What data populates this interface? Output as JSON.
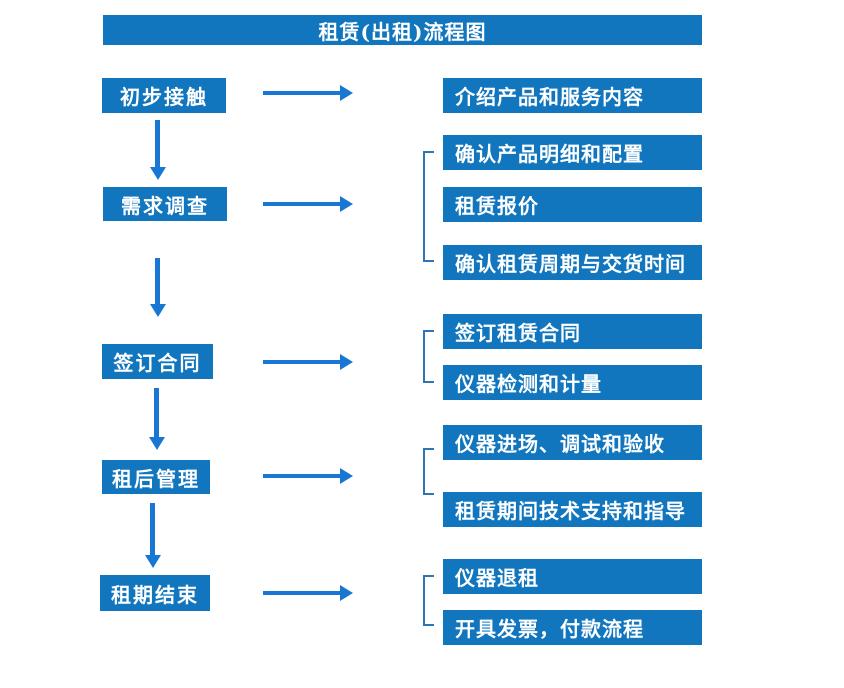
{
  "title": "租赁(出租)流程图",
  "colors": {
    "box_blue": "#1176BE",
    "arrow_blue": "#1877D2",
    "bracket_blue": "#2E75B6",
    "text_white": "#FFFFFF",
    "background": "#FFFFFF"
  },
  "steps": [
    {
      "label": "初步接触",
      "details": [
        "介绍产品和服务内容"
      ]
    },
    {
      "label": "需求调查",
      "details": [
        "确认产品明细和配置",
        "租赁报价",
        "确认租赁周期与交货时间"
      ]
    },
    {
      "label": "签订合同",
      "details": [
        "签订租赁合同",
        "仪器检测和计量"
      ]
    },
    {
      "label": "租后管理",
      "details": [
        "仪器进场、调试和验收",
        "租赁期间技术支持和指导"
      ]
    },
    {
      "label": "租期结束",
      "details": [
        "仪器退租",
        "开具发票，付款流程"
      ]
    }
  ]
}
